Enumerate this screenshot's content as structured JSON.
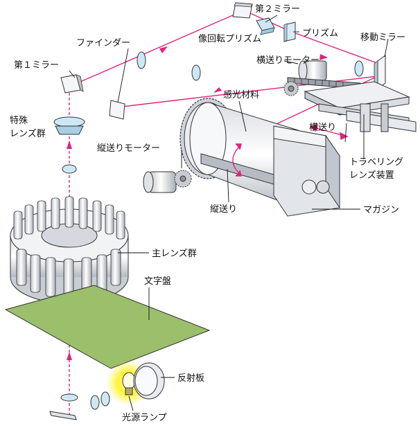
{
  "labels": {
    "mirror2": "第２ミラー",
    "rotating_prism": "像回転プリズム",
    "prism": "プリズム",
    "moving_mirror": "移動ミラー",
    "finder": "ファインダー",
    "mirror1": "第１ミラー",
    "traverse_motor": "横送りモーター",
    "photosensitive": "感光材料",
    "special_lens_1": "特殊",
    "special_lens_2": "レンズ群",
    "traverse": "横送り",
    "longitudinal_motor": "縦送りモーター",
    "traveling_lens_1": "トラベリング",
    "traveling_lens_2": "レンズ装置",
    "longitudinal": "縦送り",
    "magazine": "マガジン",
    "main_lens": "主レンズ群",
    "character_plate": "文字盤",
    "reflector": "反射板",
    "light_lamp": "光源ランプ"
  },
  "colors": {
    "beam": "#e0237a",
    "plate": "#9bbf6a",
    "metal": "#e6e9ee",
    "lens": "#bfe3f2",
    "lamp_glow": "#fff200"
  }
}
